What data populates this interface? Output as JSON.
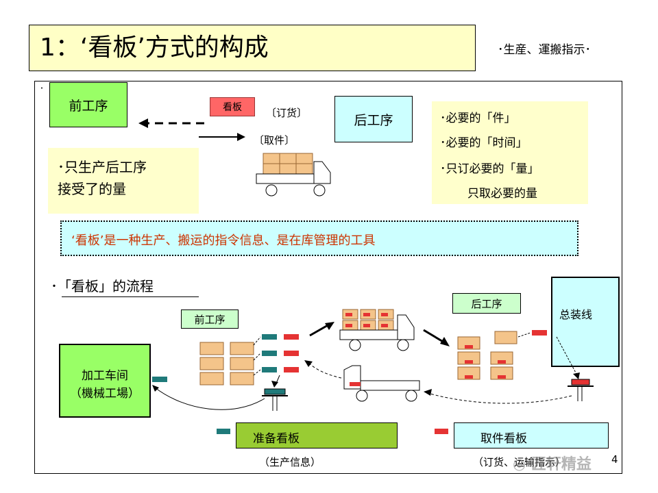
{
  "header": {
    "title": "1：‘看板’方式的构成",
    "subtitle": "･生産、運搬指示･"
  },
  "top_section": {
    "dot": "･",
    "upstream_process": "前工序",
    "kanban_tag": "看板",
    "order_label": "〔订货〕",
    "pickup_label": "〔取件〕",
    "downstream_process": "后工序",
    "upstream_note_line1": "･只生产后工序",
    "upstream_note_line2": "接受了的量",
    "requirements": [
      "･必要的「件」",
      "･必要的「时间」",
      "･只订必要的「量」",
      "只取必要的量"
    ],
    "definition": "‘看板’是一种生产、搬运的指令信息、是在库管理的工具"
  },
  "flow_section": {
    "heading": "･「看板」的流程",
    "downstream_process": "后工序",
    "assembly_line": "总装线",
    "upstream_process": "前工序",
    "workshop_line1": "加工车间",
    "workshop_line2": "（機械工場）",
    "legend": [
      {
        "label": "准备看板",
        "note": "（生产信息）",
        "color": "#1f7a7a"
      },
      {
        "label": "取件看板",
        "note": "（订货、运输指示）",
        "color": "#e53333"
      }
    ]
  },
  "footer": {
    "page_number": "4",
    "watermark": "◎ 匠轩精益"
  },
  "colors": {
    "title_bg": "#ffffc6",
    "process_green": "#99ff66",
    "downstream_cyan": "#ccffff",
    "note_yellow": "#ffffcc",
    "kanban_red": "#e53333",
    "kanban_teal": "#1f7a7a",
    "box_tan": "#f4c48a"
  }
}
